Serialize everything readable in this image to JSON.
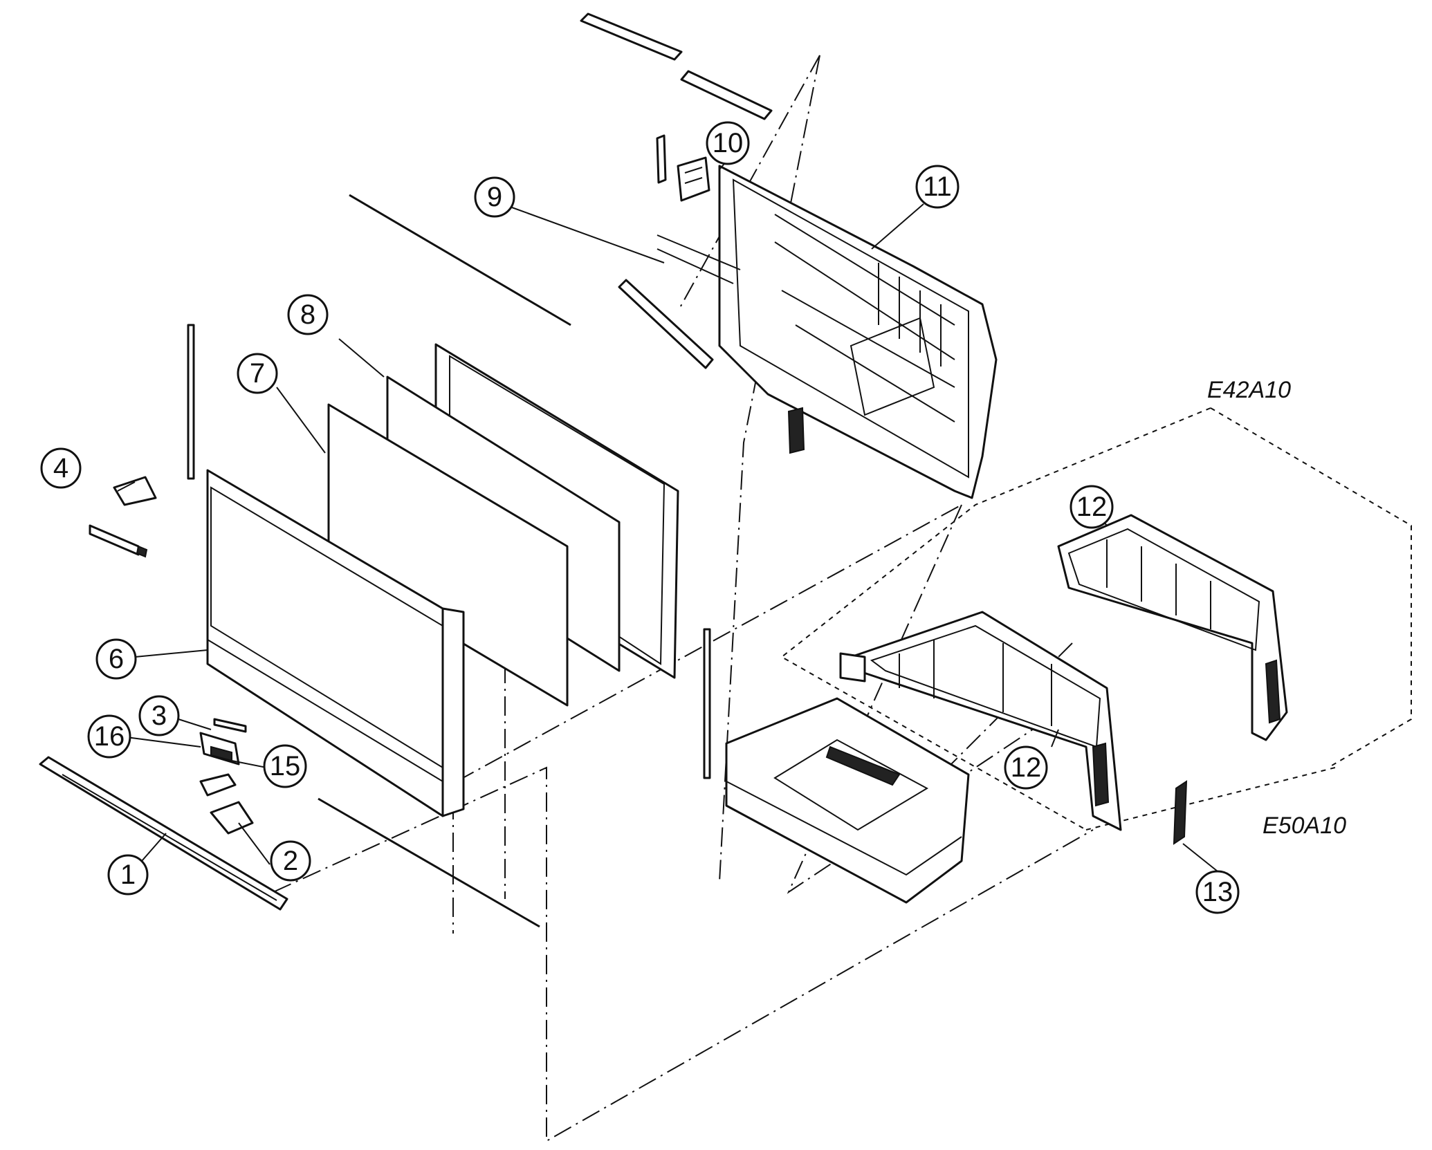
{
  "callouts": {
    "c1": "1",
    "c2": "2",
    "c3": "3",
    "c4": "4",
    "c6": "6",
    "c7": "7",
    "c8": "8",
    "c9": "9",
    "c10": "10",
    "c11": "11",
    "c12a": "12",
    "c12b": "12",
    "c13": "13",
    "c15": "15",
    "c16": "16"
  },
  "variants": {
    "upper": "E42A10",
    "lower": "E50A10"
  }
}
